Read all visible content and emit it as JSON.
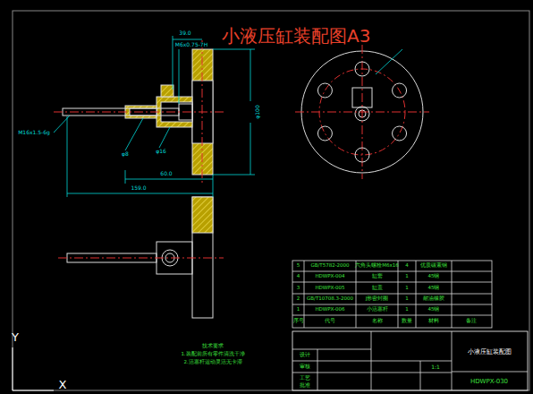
{
  "diagram": {
    "title": "小液压缸装配图A3",
    "labels": [
      "39.0",
      "M6x0.75-7H",
      "φ100",
      "M16x1.5-6g",
      "φ8",
      "φ16",
      "60.0",
      "159.0",
      "5",
      "GB/T5782-2000",
      "六角头螺栓M6x16",
      "4",
      "优质碳素钢",
      "4",
      "HDWPX-004",
      "缸套",
      "1",
      "45钢",
      "3",
      "HDWPX-005",
      "缸盖",
      "1",
      "45钢",
      "2",
      "GB/T10708.3-2000",
      "J形密封圈",
      "1",
      "耐油橡胶",
      "1",
      "HDWPX-006",
      "小活塞杆",
      "1",
      "45钢",
      "序号",
      "代号",
      "名称",
      "数量",
      "材料",
      "备注",
      "小液压缸装配图",
      "HDWPX-030",
      "1:1",
      "设计",
      "审核",
      "工艺",
      "批准",
      "技术要求",
      "1.装配前所有零件清洗干净",
      "2.活塞杆运动灵活无卡滞",
      "Y",
      "X"
    ]
  }
}
